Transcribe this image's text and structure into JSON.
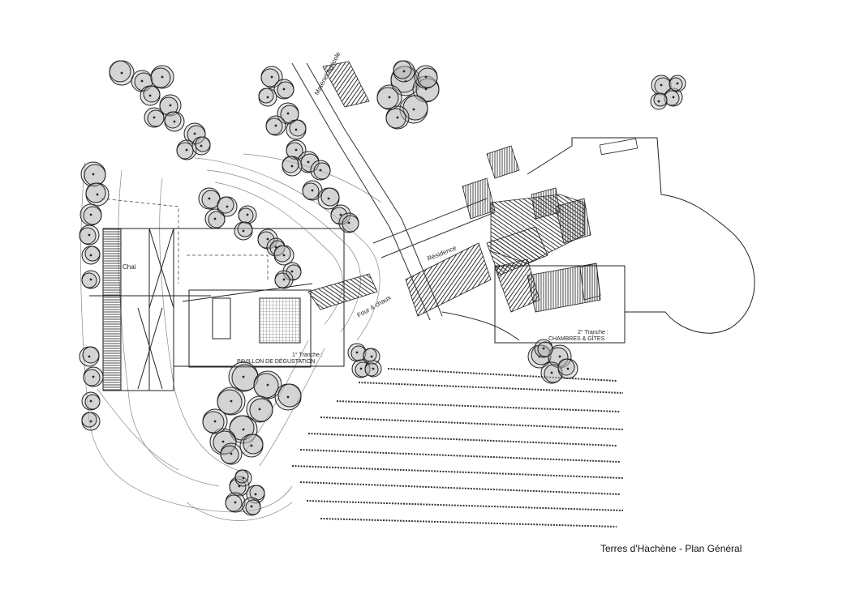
{
  "title": "Terres d'Hachène - Plan Général",
  "labels": {
    "chai": "Chai",
    "materiel": "Matériel Agricole",
    "residence": "Résidence",
    "four": "Four à chaux",
    "tranche1_line1": "1° Tranche :",
    "tranche1_line2": "PAVILLON DE DÉGUSTATION",
    "tranche2_line1": "2° Tranche :",
    "tranche2_line2": "CHAMBRES & GÎTES"
  },
  "colors": {
    "line": "#222222",
    "hatch": "#333333",
    "tree_fill": "#bbbbbb"
  }
}
